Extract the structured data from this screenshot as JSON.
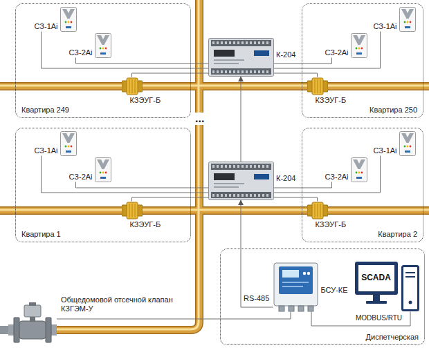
{
  "diagram": {
    "nodes": [
      {
        "text": [
          "Квартира 249"
        ]
      },
      {
        "text": [
          "СЗ-1Ai"
        ],
        "in": 0
      },
      {
        "text": [
          "СЗ-2Ai"
        ],
        "in": 0
      },
      {
        "text": [
          "КЗЭУГ-Б"
        ],
        "in": 0
      },
      {
        "text": [
          "К-204"
        ]
      },
      {
        "text": [
          "Квартира 250"
        ]
      },
      {
        "text": [
          "СЗ-2Ai"
        ],
        "in": 5
      },
      {
        "text": [
          "СЗ-1Ai"
        ],
        "in": 5
      },
      {
        "text": [
          "КЗЭУГ-Б"
        ],
        "in": 5
      },
      {
        "text": [
          "Квартира 1"
        ]
      },
      {
        "text": [
          "СЗ-1Ai"
        ],
        "in": 9
      },
      {
        "text": [
          "СЗ-2Ai"
        ],
        "in": 9
      },
      {
        "text": [
          "КЗЭУГ-Б"
        ],
        "in": 9
      },
      {
        "text": [
          "К-204"
        ]
      },
      {
        "text": [
          "Квартира 2"
        ]
      },
      {
        "text": [
          "СЗ-2Ai"
        ],
        "in": 14
      },
      {
        "text": [
          "СЗ-1Ai"
        ],
        "in": 14
      },
      {
        "text": [
          "КЗЭУГ-Б"
        ],
        "in": 14
      },
      {
        "text": [
          "Диспетчерская"
        ]
      },
      {
        "text": [
          "БСУ-КЕ"
        ],
        "in": 18
      },
      {
        "text": [
          "SCADA"
        ],
        "in": 18
      },
      {
        "text": [
          "Общедомовой отсечной клапан КЗГЭМ-У"
        ]
      }
    ],
    "edges": [
      {
        "from": 1,
        "to": 4,
        "arrow": "none"
      },
      {
        "from": 2,
        "to": 4,
        "arrow": "none"
      },
      {
        "from": 3,
        "to": 4,
        "arrow": "none"
      },
      {
        "from": 6,
        "to": 4,
        "arrow": "none"
      },
      {
        "from": 7,
        "to": 4,
        "arrow": "none"
      },
      {
        "from": 8,
        "to": 4,
        "arrow": "none"
      },
      {
        "from": 10,
        "to": 13,
        "arrow": "none"
      },
      {
        "from": 11,
        "to": 13,
        "arrow": "none"
      },
      {
        "from": 12,
        "to": 13,
        "arrow": "none"
      },
      {
        "from": 15,
        "to": 13,
        "arrow": "none"
      },
      {
        "from": 16,
        "to": 13,
        "arrow": "none"
      },
      {
        "from": 17,
        "to": 13,
        "arrow": "none"
      },
      {
        "from": 13,
        "to": 4,
        "arrow": "to"
      },
      {
        "from": 19,
        "to": 13,
        "arrow": "to"
      },
      {
        "from": 21,
        "to": 19,
        "arrow": "none"
      },
      {
        "from": 19,
        "to": 20,
        "arrow": "none"
      }
    ],
    "labels": [
      "...",
      "RS-485",
      "MODBUS/RTU"
    ]
  }
}
